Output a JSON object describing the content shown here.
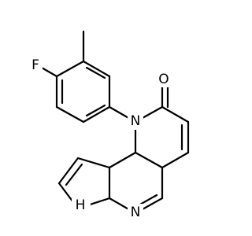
{
  "molecule": {
    "atoms": {
      "fluorine": "F",
      "oxygen": "O",
      "nitrogen_lactam": "N",
      "nitrogen_imine": "N",
      "nitrogen_pyrrole": "H"
    },
    "colors": {
      "bond": "#000000",
      "label": "#000000",
      "background": "#ffffff"
    }
  }
}
